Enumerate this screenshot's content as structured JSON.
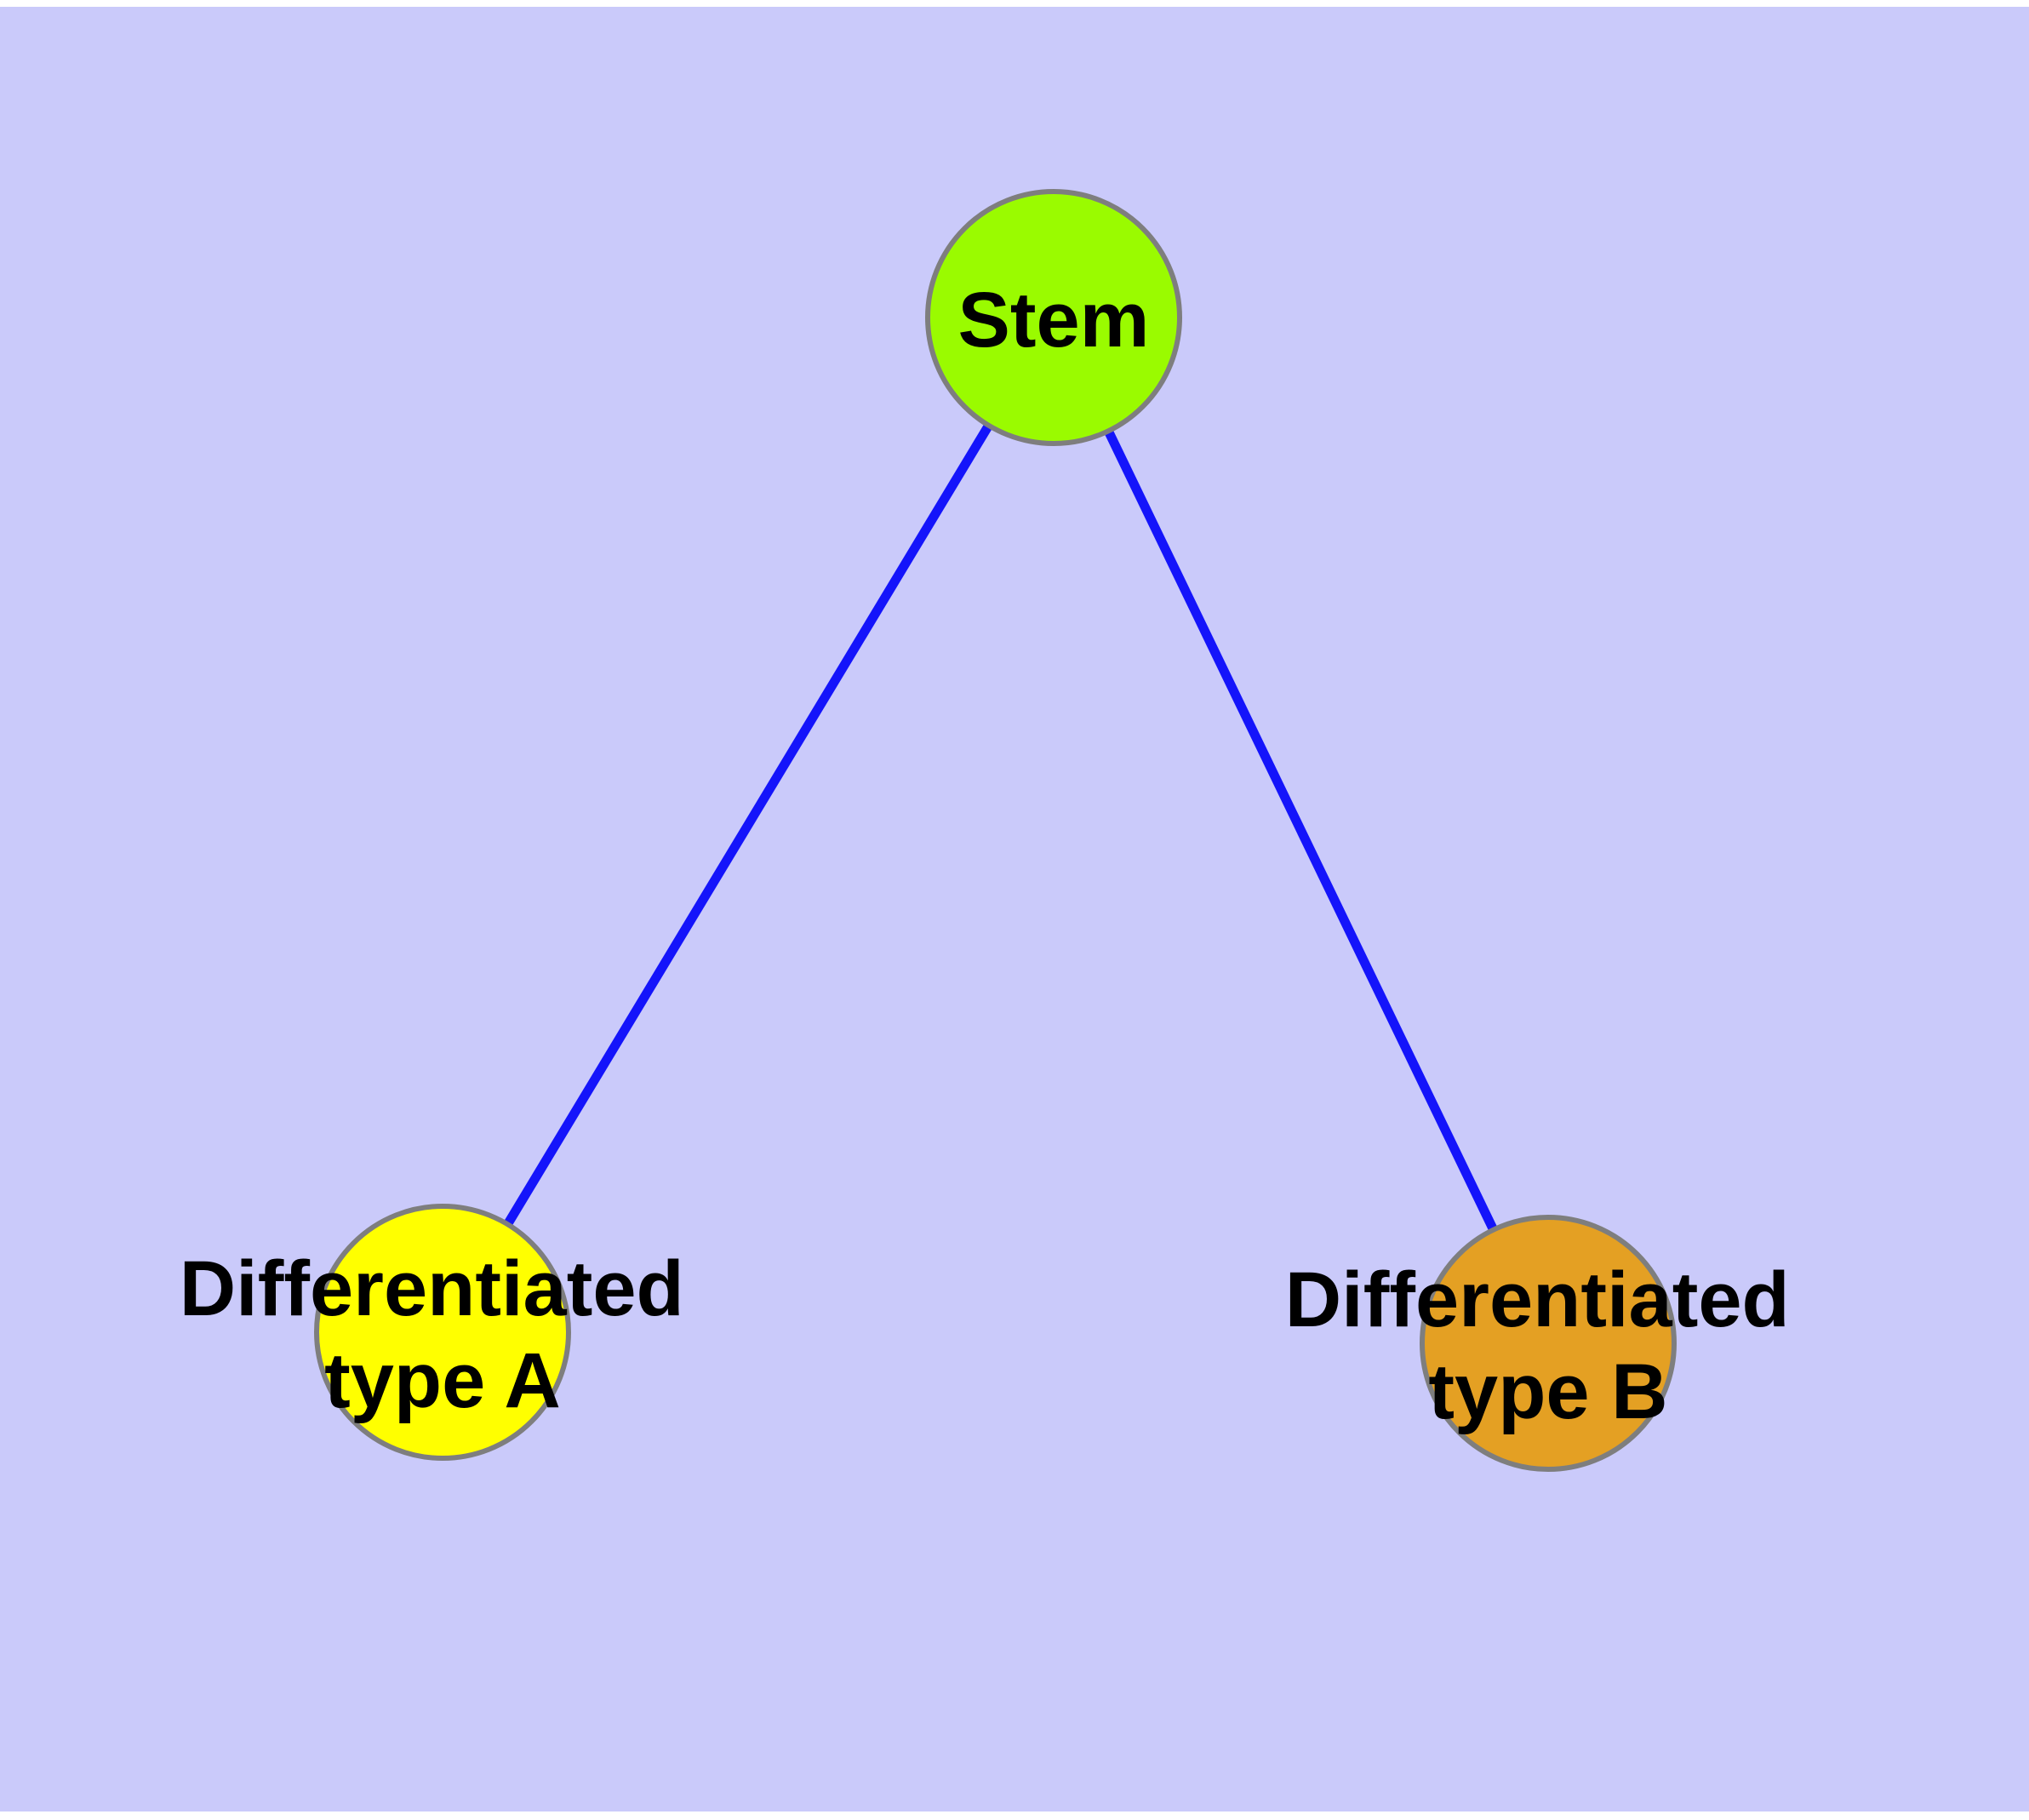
{
  "diagram": {
    "title": "",
    "background_color": "#CACAFA",
    "page_color": "#FFFFFF",
    "edge_color": "#1414FA",
    "node_border_color": "#7E7E7E",
    "label_color": "#000000",
    "nodes": [
      {
        "id": "stem",
        "label": "Stem",
        "color": "#9AFB00"
      },
      {
        "id": "type-a",
        "label": "Differentiated type A",
        "label_line1": "Differentiated",
        "label_line2": "type A",
        "color": "#FFFF00"
      },
      {
        "id": "type-b",
        "label": "Differentiated type B",
        "label_line1": "Differentiated",
        "label_line2": "type B",
        "color": "#E4A023"
      }
    ],
    "edges": [
      {
        "from": "Stem",
        "to": "Differentiated type A"
      },
      {
        "from": "Stem",
        "to": "Differentiated type B"
      }
    ]
  }
}
